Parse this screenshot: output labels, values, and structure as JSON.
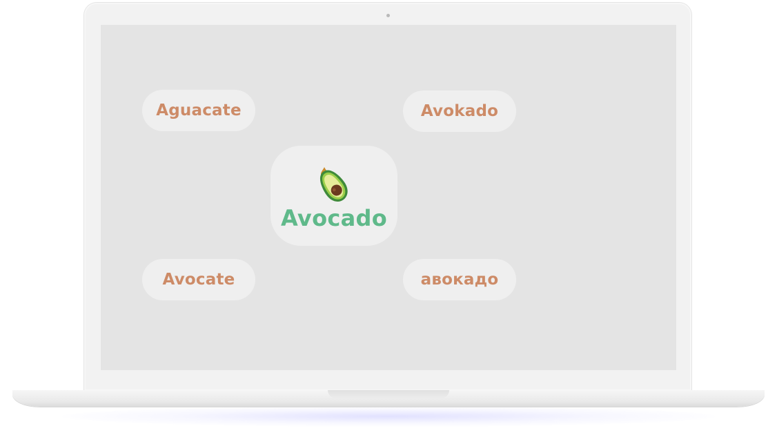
{
  "main": {
    "center": {
      "label": "Avocado",
      "icon": "avocado-icon"
    },
    "translations": [
      {
        "label": "Aguacate"
      },
      {
        "label": "Avokado"
      },
      {
        "label": "Avocate"
      },
      {
        "label": "авокадо"
      }
    ]
  },
  "colors": {
    "screen_background": "#e4e4e4",
    "pill_background": "#efefef",
    "translation_text": "#cd8b67",
    "center_text": "#5fb98a"
  }
}
